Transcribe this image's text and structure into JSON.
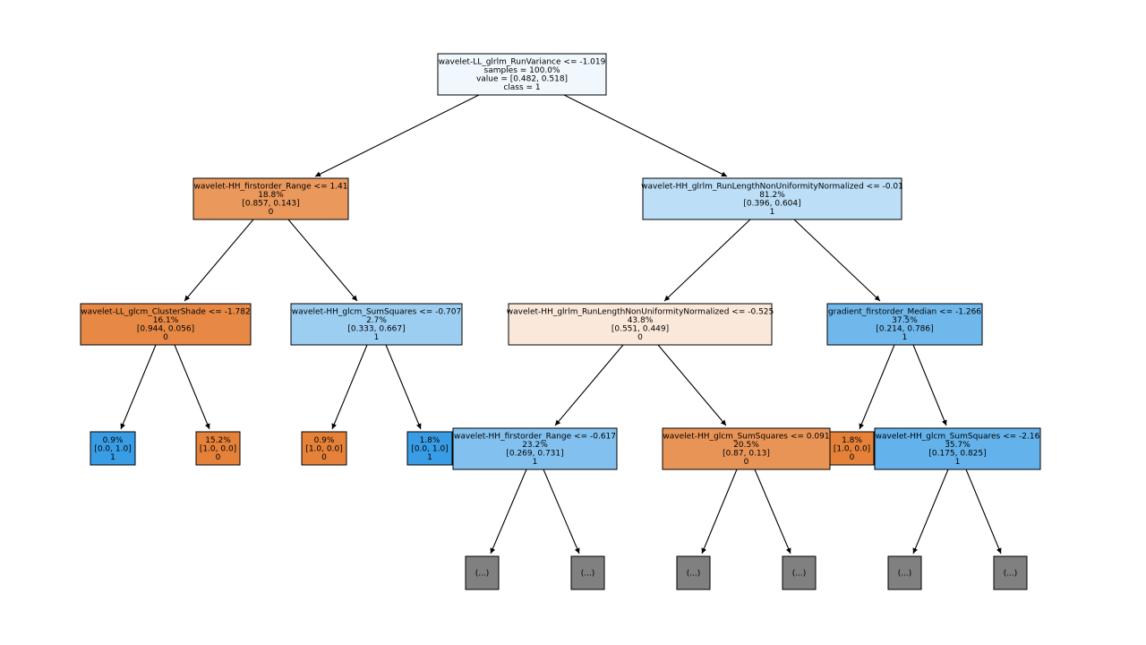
{
  "colors": {
    "class0_dark": "#e58139",
    "class1_dark": "#399de5",
    "truncated": "#808080",
    "edge": "#000000"
  },
  "nodes": [
    {
      "id": "root",
      "lines": [
        "wavelet-LL_glrlm_RunVariance <= -1.019",
        "samples = 100.0%",
        "value = [0.482, 0.518]",
        "class = 1"
      ],
      "fill": "#f0f7fd"
    },
    {
      "id": "n1",
      "lines": [
        "wavelet-HH_firstorder_Range <= 1.41",
        "18.8%",
        "[0.857, 0.143]",
        "0"
      ],
      "fill": "#ea985c"
    },
    {
      "id": "n2",
      "lines": [
        "wavelet-HH_glrlm_RunLengthNonUniformityNormalized <= -0.01",
        "81.2%",
        "[0.396, 0.604]",
        "1"
      ],
      "fill": "#bcdef6"
    },
    {
      "id": "n3",
      "lines": [
        "wavelet-LL_glcm_ClusterShade <= -1.782",
        "16.1%",
        "[0.944, 0.056]",
        "0"
      ],
      "fill": "#e78845"
    },
    {
      "id": "n4",
      "lines": [
        "wavelet-HH_glcm_SumSquares <= -0.707",
        "2.7%",
        "[0.333, 0.667]",
        "1"
      ],
      "fill": "#9ccef2"
    },
    {
      "id": "n5",
      "lines": [
        "wavelet-HH_glrlm_RunLengthNonUniformityNormalized <= -0.525",
        "43.8%",
        "[0.551, 0.449]",
        "0"
      ],
      "fill": "#fae8da"
    },
    {
      "id": "n6",
      "lines": [
        "gradient_firstorder_Median <= -1.266",
        "37.5%",
        "[0.214, 0.786]",
        "1"
      ],
      "fill": "#6fb8ec"
    },
    {
      "id": "n7",
      "lines": [
        "0.9%",
        "[0.0, 1.0]",
        "1"
      ],
      "fill": "#399de5"
    },
    {
      "id": "n8",
      "lines": [
        "15.2%",
        "[1.0, 0.0]",
        "0"
      ],
      "fill": "#e58139"
    },
    {
      "id": "n9",
      "lines": [
        "0.9%",
        "[1.0, 0.0]",
        "0"
      ],
      "fill": "#e58139"
    },
    {
      "id": "n10",
      "lines": [
        "1.8%",
        "[0.0, 1.0]",
        "1"
      ],
      "fill": "#399de5"
    },
    {
      "id": "n11",
      "lines": [
        "wavelet-HH_firstorder_Range <= -0.617",
        "23.2%",
        "[0.269, 0.731]",
        "1"
      ],
      "fill": "#82c1ef"
    },
    {
      "id": "n12",
      "lines": [
        "wavelet-HH_glcm_SumSquares <= 0.091",
        "20.5%",
        "[0.87, 0.13]",
        "0"
      ],
      "fill": "#e99457"
    },
    {
      "id": "n13",
      "lines": [
        "1.8%",
        "[1.0, 0.0]",
        "0"
      ],
      "fill": "#e58139"
    },
    {
      "id": "n14",
      "lines": [
        "wavelet-HH_glcm_SumSquares <= -2.16",
        "35.7%",
        "[0.175, 0.825]",
        "1"
      ],
      "fill": "#63b2eb"
    },
    {
      "id": "t1",
      "lines": [
        "(...)"
      ],
      "fill": "#808080"
    },
    {
      "id": "t2",
      "lines": [
        "(...)"
      ],
      "fill": "#808080"
    },
    {
      "id": "t3",
      "lines": [
        "(...)"
      ],
      "fill": "#808080"
    },
    {
      "id": "t4",
      "lines": [
        "(...)"
      ],
      "fill": "#808080"
    },
    {
      "id": "t5",
      "lines": [
        "(...)"
      ],
      "fill": "#808080"
    },
    {
      "id": "t6",
      "lines": [
        "(...)"
      ],
      "fill": "#808080"
    }
  ],
  "edges": [
    [
      "root",
      "n1"
    ],
    [
      "root",
      "n2"
    ],
    [
      "n1",
      "n3"
    ],
    [
      "n1",
      "n4"
    ],
    [
      "n2",
      "n5"
    ],
    [
      "n2",
      "n6"
    ],
    [
      "n3",
      "n7"
    ],
    [
      "n3",
      "n8"
    ],
    [
      "n4",
      "n9"
    ],
    [
      "n4",
      "n10"
    ],
    [
      "n5",
      "n11"
    ],
    [
      "n5",
      "n12"
    ],
    [
      "n6",
      "n13"
    ],
    [
      "n6",
      "n14"
    ],
    [
      "n11",
      "t1"
    ],
    [
      "n11",
      "t2"
    ],
    [
      "n12",
      "t3"
    ],
    [
      "n12",
      "t4"
    ],
    [
      "n14",
      "t5"
    ],
    [
      "n14",
      "t6"
    ]
  ]
}
